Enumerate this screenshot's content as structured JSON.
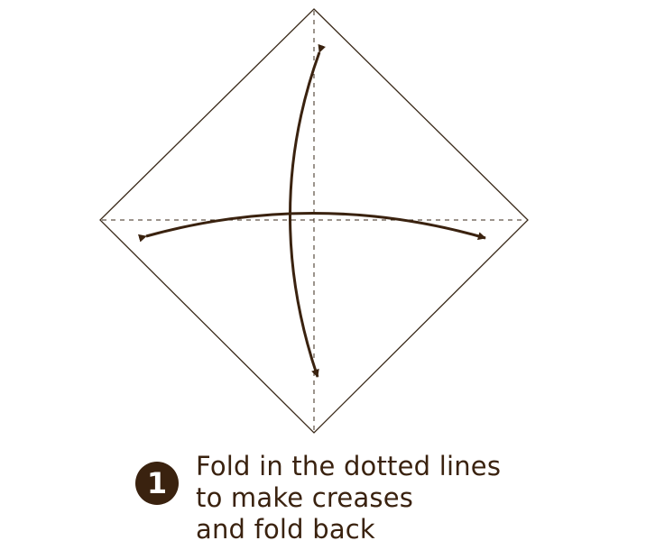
{
  "step": {
    "number": "1",
    "lines": [
      "Fold in the dotted lines",
      "to make creases",
      "and fold back"
    ]
  },
  "colors": {
    "paper_outline": "#3a2a1a",
    "crease": "#3a2a1a",
    "arrow": "#3a220f",
    "badge": "#3a220f",
    "text": "#3a220f"
  }
}
